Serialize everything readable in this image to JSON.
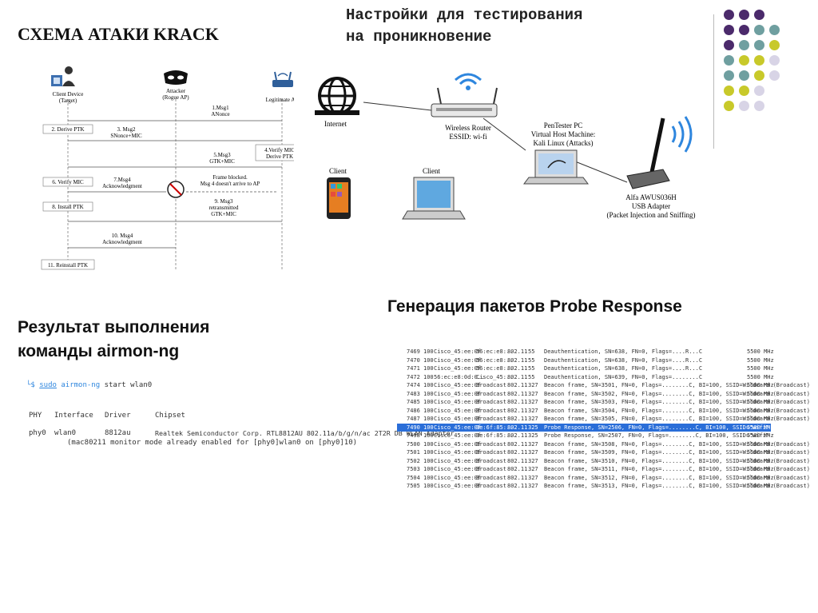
{
  "titles": {
    "krack": "СХЕМА АТАКИ KRACK",
    "pentest_line1": "Настройки для тестирования",
    "pentest_line2": "на проникновение",
    "probe": "Генерация пакетов Probe Response",
    "airmon_line1": "Результат выполнения",
    "airmon_line2": "команды airmon-ng"
  },
  "colors": {
    "purple": "#4b2a6b",
    "teal": "#6f9fa0",
    "lime": "#c8c92a",
    "lavender": "#d8d4e6",
    "select": "#2a6ed8"
  },
  "decor_dots": [
    [
      "purple",
      "purple",
      "purple",
      ""
    ],
    [
      "purple",
      "purple",
      "teal",
      "teal"
    ],
    [
      "purple",
      "teal",
      "teal",
      "lime"
    ],
    [
      "teal",
      "lime",
      "lime",
      "lavender"
    ],
    [
      "teal",
      "teal",
      "lime",
      "lavender"
    ],
    [
      "lime",
      "lime",
      "lavender",
      ""
    ],
    [
      "lime",
      "lavender",
      "lavender",
      ""
    ]
  ],
  "krack_diagram": {
    "client_label": [
      "Client Device",
      "(Target)"
    ],
    "attacker_label": [
      "Attacker",
      "(Rogue AP)"
    ],
    "ap_label": "Legitimate AP",
    "steps": [
      {
        "text": [
          "1.Msg1",
          "ANonce"
        ]
      },
      {
        "text": [
          "2. Derive PTK"
        ]
      },
      {
        "text": [
          "3. Msg2",
          "SNonce+MIC"
        ]
      },
      {
        "text": [
          "4.Verify MIC",
          "Derive PTK"
        ]
      },
      {
        "text": [
          "5.Msg3",
          "GTK+MIC"
        ]
      },
      {
        "text": [
          "6. Verify MIC"
        ]
      },
      {
        "text": [
          "7.Msg4",
          "Acknowledgment"
        ]
      },
      {
        "text": [
          "Frame blocked.",
          "Msg 4 doesn't arrive to AP"
        ]
      },
      {
        "text": [
          "8. Install PTK"
        ]
      },
      {
        "text": [
          "9. Msg3",
          "retransmitted",
          "GTK+MIC"
        ]
      },
      {
        "text": [
          "10. Msg4",
          "Acknowledgment"
        ]
      },
      {
        "text": [
          "11. Reinstall PTK"
        ]
      }
    ]
  },
  "network_diagram": {
    "internet": "Internet",
    "router": [
      "Wireless Router",
      "ESSID: wi-fi"
    ],
    "pentester": [
      "PenTester PC",
      "Virtual Host Machine:",
      "Kali Linux (Attacks)"
    ],
    "client1": "Client",
    "client2": "Client",
    "adapter": [
      "Alfa AWUS036H",
      "USB Adapter",
      "(Packet Injection and Sniffing)"
    ]
  },
  "terminal": {
    "prompt_symbol": "└$",
    "command_sudo": "sudo",
    "command_tool": "airmon-ng",
    "command_args": "start wlan0",
    "headers": [
      "PHY",
      "Interface",
      "Driver",
      "Chipset"
    ],
    "row": [
      "phy0",
      "wlan0",
      "8812au",
      "Realtek Semiconductor Corp. RTL8812AU 802.11a/b/g/n/ac 2T2R DB WLAN Adapter"
    ],
    "note": "(mac80211 monitor mode already enabled for [phy0]wlan0 on [phy0]10)"
  },
  "capture": {
    "rows": [
      [
        "7469",
        "100",
        "Cisco_45:ee:0f",
        "56:ec:e8:..",
        "802.11",
        "55",
        "Deauthentication, SN=638, FN=0, Flags=....R...C",
        "5500 MHz"
      ],
      [
        "7470",
        "100",
        "Cisco_45:ee:0f",
        "56:ec:e8:..",
        "802.11",
        "55",
        "Deauthentication, SN=638, FN=0, Flags=....R...C",
        "5500 MHz"
      ],
      [
        "7471",
        "100",
        "Cisco_45:ee:0f",
        "56:ec:e8:..",
        "802.11",
        "55",
        "Deauthentication, SN=638, FN=0, Flags=....R...C",
        "5500 MHz"
      ],
      [
        "7472",
        "100",
        "56:ec:e8:0d:0..",
        "Cisco_45:..",
        "802.11",
        "55",
        "Deauthentication, SN=639, FN=0, Flags=........C",
        "5500 MHz"
      ],
      [
        "7474",
        "100",
        "Cisco_45:ee:0f",
        "Broadcast",
        "802.11",
        "327",
        "Beacon frame, SN=3501, FN=0, Flags=........C, BI=100, SSID=Wildcard (Broadcast)",
        "5500 MHz"
      ],
      [
        "7483",
        "100",
        "Cisco_45:ee:0f",
        "Broadcast",
        "802.11",
        "327",
        "Beacon frame, SN=3502, FN=0, Flags=........C, BI=100, SSID=Wildcard (Broadcast)",
        "5500 MHz"
      ],
      [
        "7485",
        "100",
        "Cisco_45:ee:0f",
        "Broadcast",
        "802.11",
        "327",
        "Beacon frame, SN=3503, FN=0, Flags=........C, BI=100, SSID=Wildcard (Broadcast)",
        "5500 MHz"
      ],
      [
        "7486",
        "100",
        "Cisco_45:ee:0f",
        "Broadcast",
        "802.11",
        "327",
        "Beacon frame, SN=3504, FN=0, Flags=........C, BI=100, SSID=Wildcard (Broadcast)",
        "5500 MHz"
      ],
      [
        "7487",
        "100",
        "Cisco_45:ee:0f",
        "Broadcast",
        "802.11",
        "327",
        "Beacon frame, SN=3505, FN=0, Flags=........C, BI=100, SSID=Wildcard (Broadcast)",
        "5500 MHz"
      ],
      [
        "7490",
        "100",
        "Cisco_45:ee:0f",
        "9e:6f:85:..",
        "802.11",
        "325",
        "Probe Response, SN=2506, FN=0, Flags=........C, BI=100, SSID=\"wifi\"",
        "5500 MHz"
      ],
      [
        "7498",
        "100",
        "Cisco_45:ee:0f",
        "9e:6f:85:..",
        "802.11",
        "325",
        "Probe Response, SN=2507, FN=0, Flags=........C, BI=100, SSID=\"wifi\"",
        "5500 MHz"
      ],
      [
        "7500",
        "100",
        "Cisco_45:ee:0f",
        "Broadcast",
        "802.11",
        "327",
        "Beacon frame, SN=3508, FN=0, Flags=........C, BI=100, SSID=Wildcard (Broadcast)",
        "5500 MHz"
      ],
      [
        "7501",
        "100",
        "Cisco_45:ee:0f",
        "Broadcast",
        "802.11",
        "327",
        "Beacon frame, SN=3509, FN=0, Flags=........C, BI=100, SSID=Wildcard (Broadcast)",
        "5500 MHz"
      ],
      [
        "7502",
        "100",
        "Cisco_45:ee:0f",
        "Broadcast",
        "802.11",
        "327",
        "Beacon frame, SN=3510, FN=0, Flags=........C, BI=100, SSID=Wildcard (Broadcast)",
        "5500 MHz"
      ],
      [
        "7503",
        "100",
        "Cisco_45:ee:0f",
        "Broadcast",
        "802.11",
        "327",
        "Beacon frame, SN=3511, FN=0, Flags=........C, BI=100, SSID=Wildcard (Broadcast)",
        "5500 MHz"
      ],
      [
        "7504",
        "100",
        "Cisco_45:ee:0f",
        "Broadcast",
        "802.11",
        "327",
        "Beacon frame, SN=3512, FN=0, Flags=........C, BI=100, SSID=Wildcard (Broadcast)",
        "5500 MHz"
      ],
      [
        "7505",
        "100",
        "Cisco_45:ee:0f",
        "Broadcast",
        "802.11",
        "327",
        "Beacon frame, SN=3513, FN=0, Flags=........C, BI=100, SSID=Wildcard (Broadcast)",
        "5500 MHz"
      ]
    ],
    "selected_index": 9
  }
}
